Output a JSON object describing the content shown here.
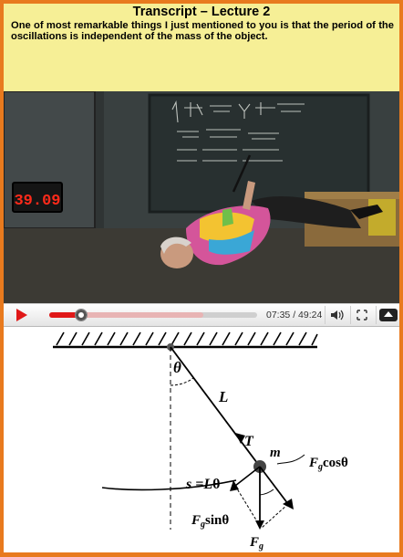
{
  "transcript": {
    "title": "Transcript – Lecture 2",
    "text": "One of most remarkable things I just mentioned to you is that the period of the oscillations is independent of the mass of the object."
  },
  "video": {
    "clock_display": "39.09",
    "player": {
      "current_time": "07:35",
      "duration": "49:24",
      "time_display": "07:35 / 49:24",
      "progress_fraction": 0.154,
      "buffered_fraction": 0.74
    }
  },
  "diagram": {
    "labels": {
      "theta": "θ",
      "length": "L",
      "tension": "T",
      "mass": "m",
      "arc_left": "s =",
      "arc_L": "L",
      "arc_theta": "θ",
      "fg_cos_base": "F",
      "fg_cos_sub": "g",
      "fg_cos_rest": "cosθ",
      "fg_sin_base": "F",
      "fg_sin_sub": "g",
      "fg_sin_rest": "sinθ",
      "fg_base": "F",
      "fg_sub": "g"
    }
  },
  "colors": {
    "border": "#e87a1e",
    "transcript_bg": "#f6ef96",
    "progress": "#e01818"
  },
  "icons": [
    "play-icon",
    "volume-icon",
    "fullscreen-icon",
    "eject-icon"
  ]
}
